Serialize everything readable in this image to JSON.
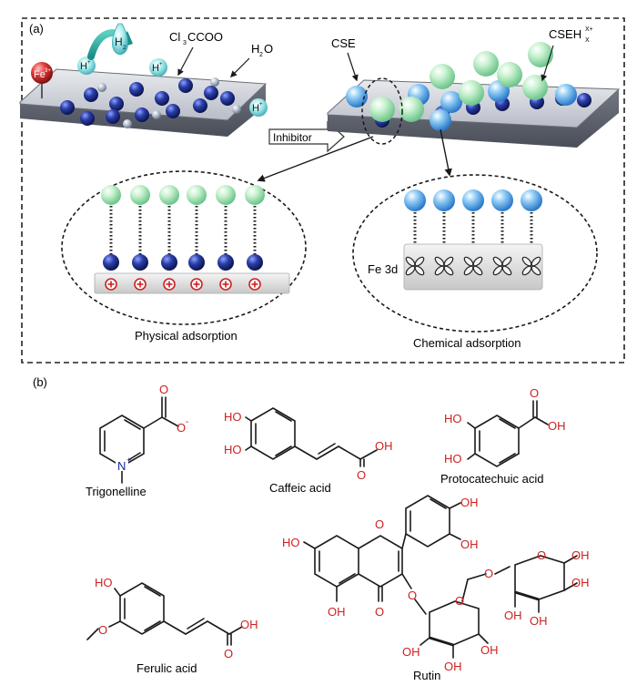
{
  "panel_a": {
    "label": "(a)",
    "fe_ion": "Fe",
    "fe_sup": "3+",
    "h_plus": "H",
    "h_sup": "+",
    "h2": "H",
    "h2_sub": "2",
    "acid_anion": "Cl",
    "acid_anion_sub": "3",
    "acid_anion_rest": "CCOO",
    "water": "H",
    "water_sub": "2",
    "water_rest": "O",
    "cse": "CSE",
    "cseh": "CSEH",
    "cseh_sup": "X+",
    "cseh_sub": "X",
    "inhibitor_label": "Inhibitor",
    "fe3d_label": "Fe 3d",
    "physical_label": "Physical adsorption",
    "chemical_label": "Chemical adsorption"
  },
  "panel_b": {
    "label": "(b)",
    "atom_o": "O",
    "atom_n": "N",
    "n_charge": "+",
    "o_charge": "-",
    "oh": "OH",
    "ho": "HO",
    "compounds": [
      {
        "name": "Trigonelline"
      },
      {
        "name": "Caffeic acid"
      },
      {
        "name": "Protocatechuic acid"
      },
      {
        "name": "Ferulic acid"
      },
      {
        "name": "Rutin"
      }
    ]
  },
  "colors": {
    "navy_sphere": "#1a2c8c",
    "green_sphere": "#a8e6b8",
    "light_blue_sphere": "#5aa8e6",
    "heteroatom_red": "#cc2222",
    "plate": "#8a8e9a"
  }
}
